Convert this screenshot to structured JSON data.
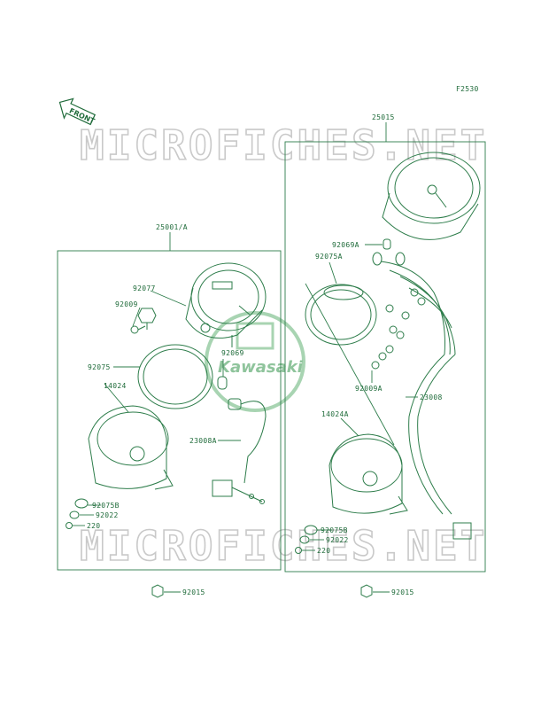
{
  "diagram_code": "F2530",
  "front_label": "FRONT",
  "watermark_text": "MICROFICHES.NET",
  "brand_logo_text": "Kawasaki",
  "colors": {
    "line": "#2e7d4b",
    "text": "#1f6b3a",
    "watermark": "#c9c9c9",
    "logo": "#8fc49c"
  },
  "left_assembly": {
    "label": "25001/A",
    "parts": [
      "92077",
      "92009",
      "92069",
      "92075",
      "14024",
      "23008A",
      "92075B",
      "92022",
      "220"
    ]
  },
  "right_assembly": {
    "label": "25015",
    "parts": [
      "92069A",
      "92075A",
      "92009A",
      "23008",
      "14024A",
      "92075B",
      "92022",
      "220"
    ]
  },
  "bottom_parts": [
    "92015",
    "92015"
  ]
}
